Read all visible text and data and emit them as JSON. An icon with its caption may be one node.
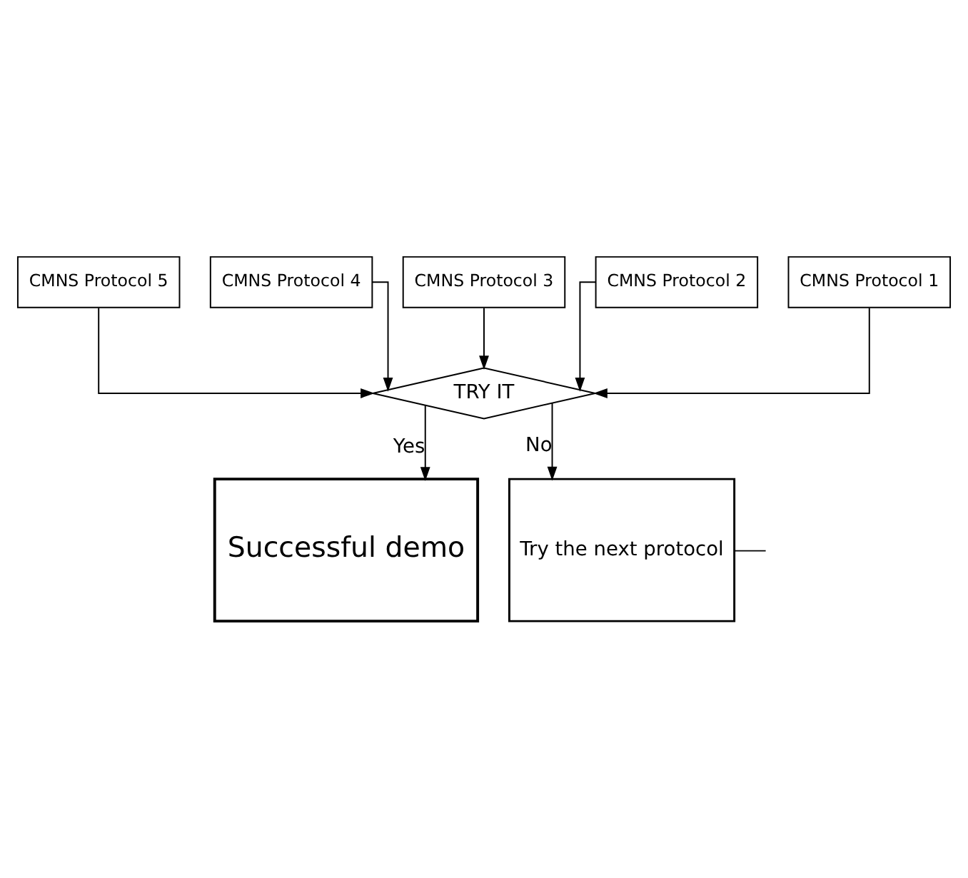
{
  "diagram": {
    "nodes": [
      {
        "text": [
          "CMNS Protocol 5"
        ]
      },
      {
        "text": [
          "CMNS Protocol 4"
        ]
      },
      {
        "text": [
          "CMNS Protocol 3"
        ]
      },
      {
        "text": [
          "CMNS Protocol 2"
        ]
      },
      {
        "text": [
          "CMNS Protocol 1"
        ]
      },
      {
        "text": [
          "TRY IT"
        ]
      },
      {
        "text": [
          "Successful demo"
        ]
      },
      {
        "text": [
          "Try the next protocol"
        ]
      }
    ],
    "edges": [
      {
        "from": 0,
        "to": 5,
        "arrow": "to"
      },
      {
        "from": 1,
        "to": 5,
        "arrow": "to"
      },
      {
        "from": 2,
        "to": 5,
        "arrow": "to"
      },
      {
        "from": 3,
        "to": 5,
        "arrow": "to"
      },
      {
        "from": 4,
        "to": 5,
        "arrow": "to"
      },
      {
        "from": 5,
        "to": 6,
        "arrow": "to",
        "label": "Yes"
      },
      {
        "from": 5,
        "to": 7,
        "arrow": "to",
        "label": "No"
      },
      {
        "from": 7,
        "to": null,
        "arrow": "none"
      }
    ]
  }
}
